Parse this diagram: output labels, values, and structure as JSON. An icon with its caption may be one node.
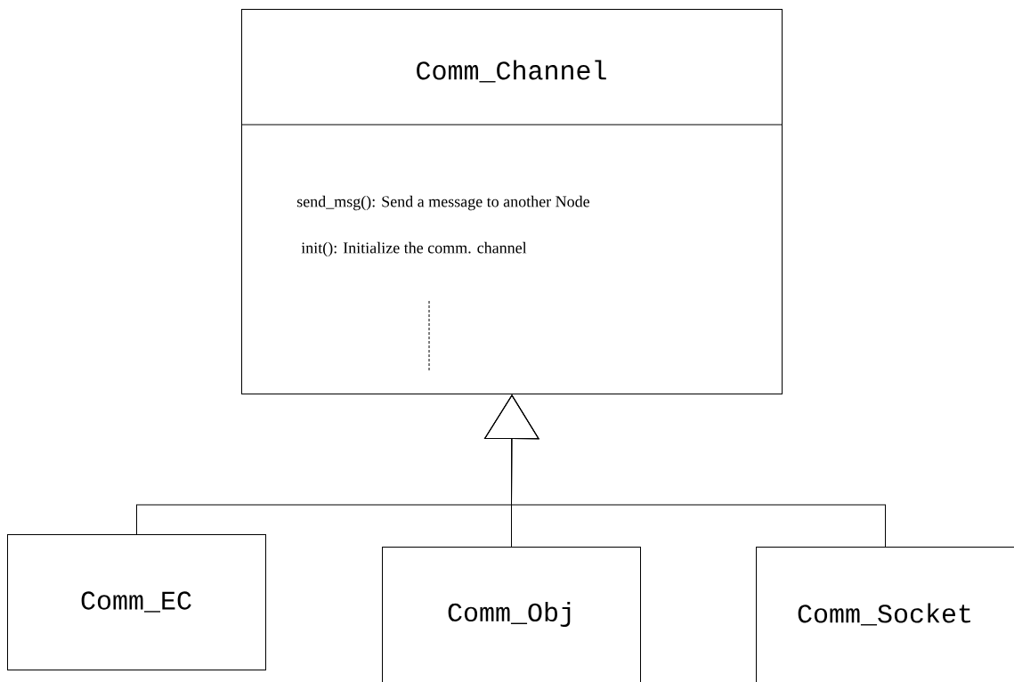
{
  "diagram": {
    "nodes": [
      {
        "text": [
          "Comm_Channel",
          "send_msg(): Send a message to another Node",
          "init(): Initialize the comm. channel"
        ]
      },
      {
        "text": [
          "Comm_EC"
        ]
      },
      {
        "text": [
          "Comm_Obj"
        ]
      },
      {
        "text": [
          "Comm_Socket"
        ]
      }
    ],
    "edges": [
      {
        "from": 1,
        "to": 0,
        "arrow": "to"
      },
      {
        "from": 2,
        "to": 0,
        "arrow": "to"
      },
      {
        "from": 3,
        "to": 0,
        "arrow": "to"
      }
    ]
  }
}
